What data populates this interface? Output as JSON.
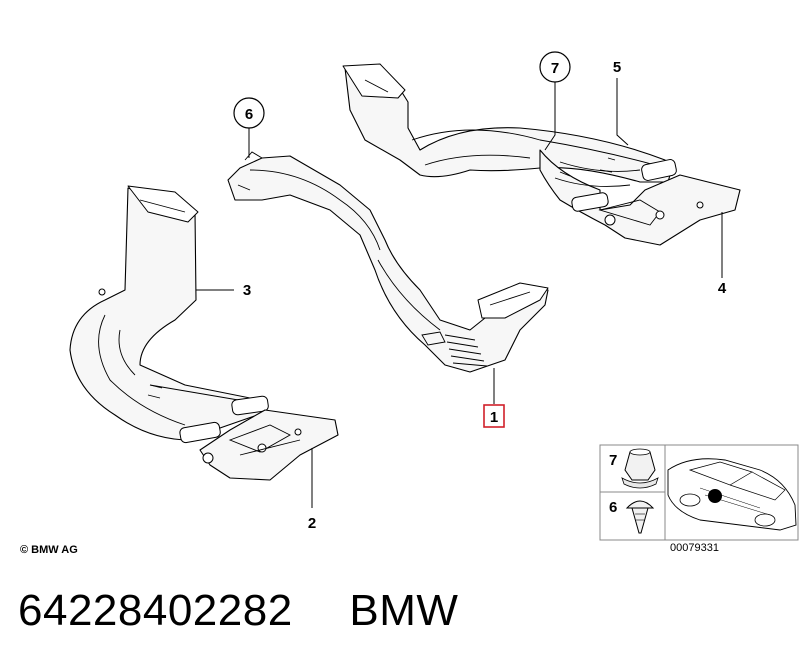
{
  "callouts": {
    "part_1": "1",
    "part_2": "2",
    "part_3": "3",
    "part_4": "4",
    "part_5": "5",
    "part_6": "6",
    "part_7": "7"
  },
  "inset": {
    "label_7": "7",
    "label_6": "6",
    "image_code": "00079331"
  },
  "copyright": "© BMW AG",
  "footer": {
    "part_number": "64228402282",
    "brand": "BMW"
  },
  "colors": {
    "highlight": "#d0202a",
    "line": "#000000"
  }
}
